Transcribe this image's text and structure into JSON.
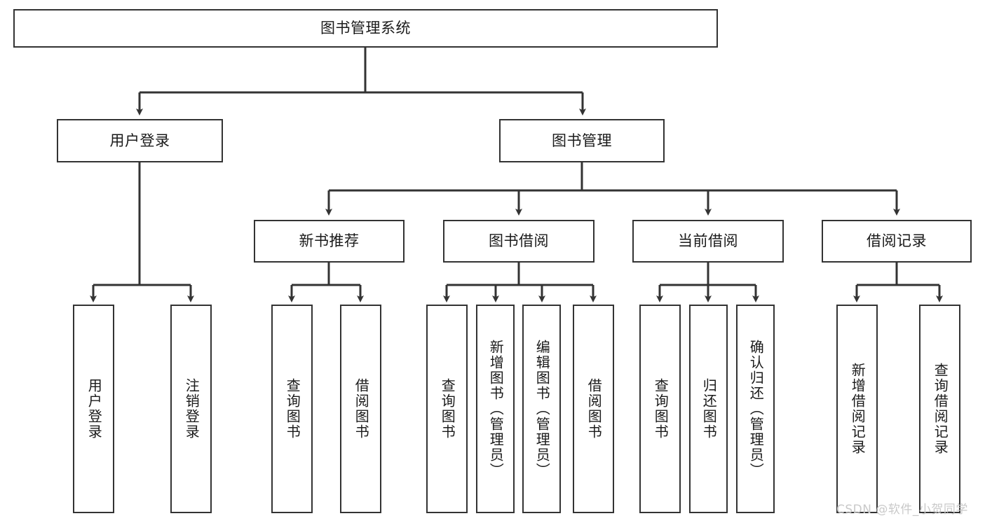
{
  "diagram": {
    "type": "tree",
    "title": "图书管理系统",
    "root": {
      "label": "图书管理系统"
    },
    "level2": [
      {
        "id": "user-login",
        "label": "用户登录"
      },
      {
        "id": "book-manage",
        "label": "图书管理"
      }
    ],
    "level3": [
      {
        "id": "new-book-recommend",
        "label": "新书推荐"
      },
      {
        "id": "book-borrow",
        "label": "图书借阅"
      },
      {
        "id": "current-borrow",
        "label": "当前借阅"
      },
      {
        "id": "borrow-record",
        "label": "借阅记录"
      }
    ],
    "leaves": {
      "user_login": [
        {
          "id": "leaf-user-login",
          "label": "用户登录"
        },
        {
          "id": "leaf-logout-login",
          "label": "注销登录"
        }
      ],
      "new_book_recommend": [
        {
          "id": "leaf-query-book-1",
          "label": "查询图书"
        },
        {
          "id": "leaf-borrow-book-1",
          "label": "借阅图书"
        }
      ],
      "book_borrow": [
        {
          "id": "leaf-query-book-2",
          "label": "查询图书"
        },
        {
          "id": "leaf-add-book",
          "label": "新增图书（管理员）"
        },
        {
          "id": "leaf-edit-book",
          "label": "编辑图书（管理员）"
        },
        {
          "id": "leaf-borrow-book-2",
          "label": "借阅图书"
        }
      ],
      "current_borrow": [
        {
          "id": "leaf-query-book-3",
          "label": "查询图书"
        },
        {
          "id": "leaf-return-book",
          "label": "归还图书"
        },
        {
          "id": "leaf-confirm-return",
          "label": "确认归还（管理员）"
        }
      ],
      "borrow_record": [
        {
          "id": "leaf-add-record",
          "label": "新增借阅记录"
        },
        {
          "id": "leaf-query-record",
          "label": "查询借阅记录"
        }
      ]
    }
  },
  "watermark": {
    "text": "CSDN @软件_小贺同学",
    "color": "#c9c9c9"
  },
  "colors": {
    "border": "#333333",
    "text": "#1a1a1a",
    "background": "#ffffff"
  }
}
